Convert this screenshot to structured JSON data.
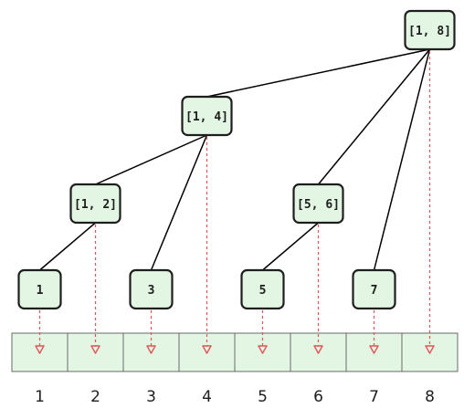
{
  "colors": {
    "node_fill": "#e3f5e3",
    "node_stroke": "#1e1e1e",
    "edge": "#000000",
    "projection": "#e05555"
  },
  "nodes": [
    {
      "id": "n18",
      "label": "[1, 8]",
      "covers": 8
    },
    {
      "id": "n14",
      "label": "[1, 4]",
      "covers": 4
    },
    {
      "id": "n12",
      "label": "[1, 2]",
      "covers": 2
    },
    {
      "id": "n56",
      "label": "[5, 6]",
      "covers": 6
    },
    {
      "id": "n1",
      "label": "1",
      "covers": 1
    },
    {
      "id": "n3",
      "label": "3",
      "covers": 3
    },
    {
      "id": "n5",
      "label": "5",
      "covers": 5
    },
    {
      "id": "n7",
      "label": "7",
      "covers": 7
    }
  ],
  "edges": [
    [
      "n18",
      "n14"
    ],
    [
      "n18",
      "n56"
    ],
    [
      "n18",
      "n7"
    ],
    [
      "n14",
      "n12"
    ],
    [
      "n14",
      "n3"
    ],
    [
      "n12",
      "n1"
    ],
    [
      "n56",
      "n5"
    ]
  ],
  "array": {
    "indices": [
      "1",
      "2",
      "3",
      "4",
      "5",
      "6",
      "7",
      "8"
    ]
  }
}
